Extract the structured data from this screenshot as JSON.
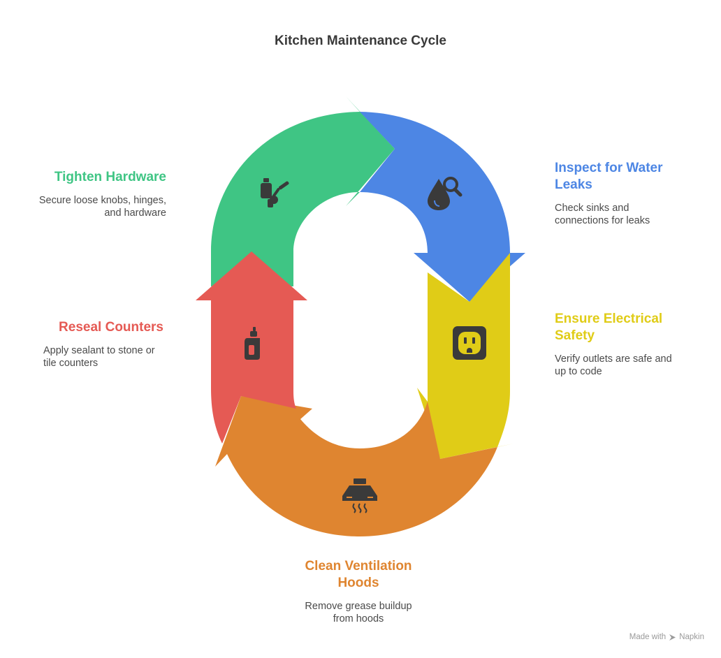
{
  "title": "Kitchen Maintenance Cycle",
  "colors": {
    "green": "#3fc584",
    "blue": "#4d86e4",
    "yellow": "#e0cc17",
    "orange": "#df8530",
    "red": "#e55a54",
    "icon": "#3a3a3a"
  },
  "steps": [
    {
      "id": "tighten",
      "title": "Tighten Hardware",
      "description": "Secure loose knobs, hinges, and hardware",
      "icon": "tools-icon"
    },
    {
      "id": "inspect",
      "title": "Inspect for Water Leaks",
      "description": "Check sinks and connections for leaks",
      "icon": "water-drop-search-icon"
    },
    {
      "id": "electrical",
      "title": "Ensure Electrical Safety",
      "description": "Verify outlets are safe and up to code",
      "icon": "outlet-icon"
    },
    {
      "id": "ventilation",
      "title": "Clean Ventilation Hoods",
      "description": "Remove grease buildup from hoods",
      "icon": "range-hood-icon"
    },
    {
      "id": "reseal",
      "title": "Reseal Counters",
      "description": "Apply sealant to stone or tile counters",
      "icon": "sealant-bottle-icon"
    }
  ],
  "footer": {
    "prefix": "Made with",
    "brand": "Napkin"
  }
}
